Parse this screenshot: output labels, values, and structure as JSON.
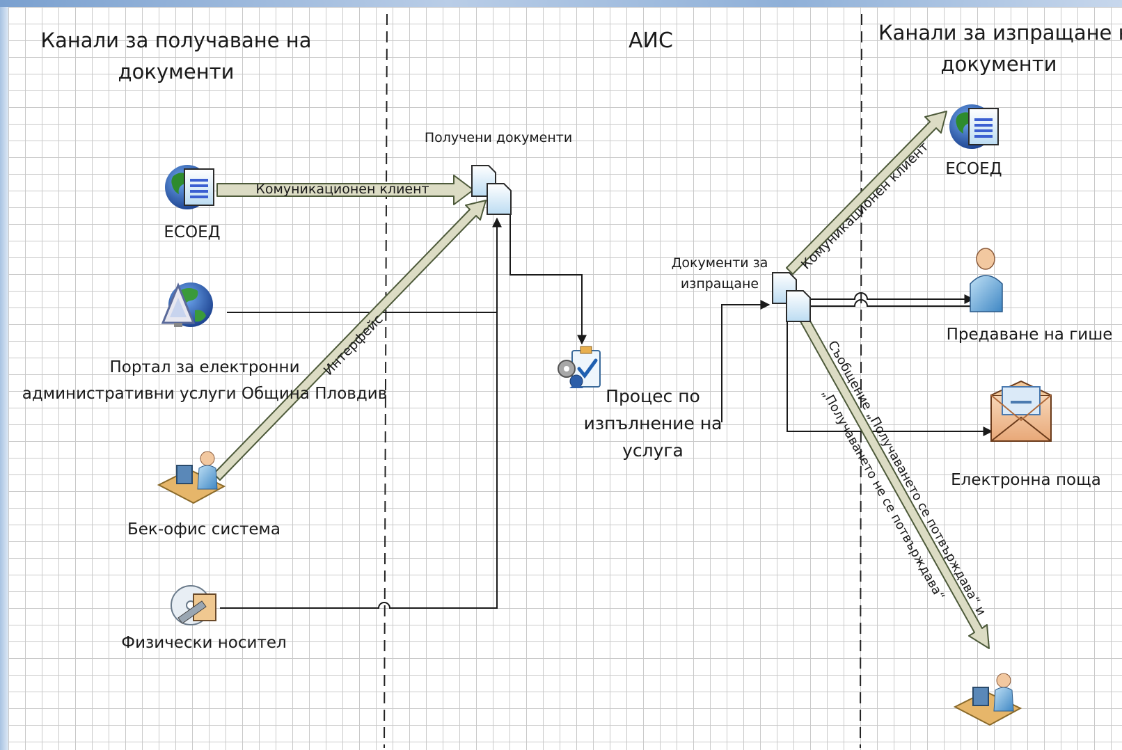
{
  "lanes": {
    "left_title_line1": "Канали за получаване на",
    "left_title_line2": "документи",
    "center_title": "АИС",
    "right_title_line1": "Канали за изпращане на",
    "right_title_line2": "документи"
  },
  "nodes": {
    "esoed_in": "ЕСОЕД",
    "portal_line1": "Портал за електронни",
    "portal_line2": "административни услуги Община Пловдив",
    "backoffice": "Бек-офис система",
    "physical": "Физически носител",
    "received_docs": "Получени документи",
    "process_line1": "Процес по",
    "process_line2": "изпълнение на",
    "process_line3": "услуга",
    "outgoing_line1": "Документи за",
    "outgoing_line2": "изпращане",
    "esoed_out": "ЕСОЕД",
    "counter": "Предаване на гише",
    "email": "Електронна поща"
  },
  "connectors": {
    "comm_client_in": "Комуникационен клиент",
    "interface": "Интерфейс",
    "comm_client_out": "Комуникационен клиент",
    "message_line1": "Съобщение „Получаването се потвърждава“ и",
    "message_line2": "„Получаването не се потвърждава“"
  },
  "colors": {
    "grid": "#c9c9c9",
    "arrow_fill": "#dcdcc4",
    "arrow_stroke": "#4d5a3a",
    "line": "#1a1a1a",
    "globe_blue": "#1f4fa8",
    "globe_green": "#2e8b2e",
    "doc_blue": "#d9ecf8"
  },
  "icons": {
    "esoed": "globe-document-icon",
    "portal": "globe-portal-icon",
    "backoffice": "workstation-user-icon",
    "physical": "disk-media-icon",
    "documents": "document-stack-icon",
    "process": "process-clipboard-icon",
    "counter": "person-icon",
    "email": "envelope-icon"
  }
}
